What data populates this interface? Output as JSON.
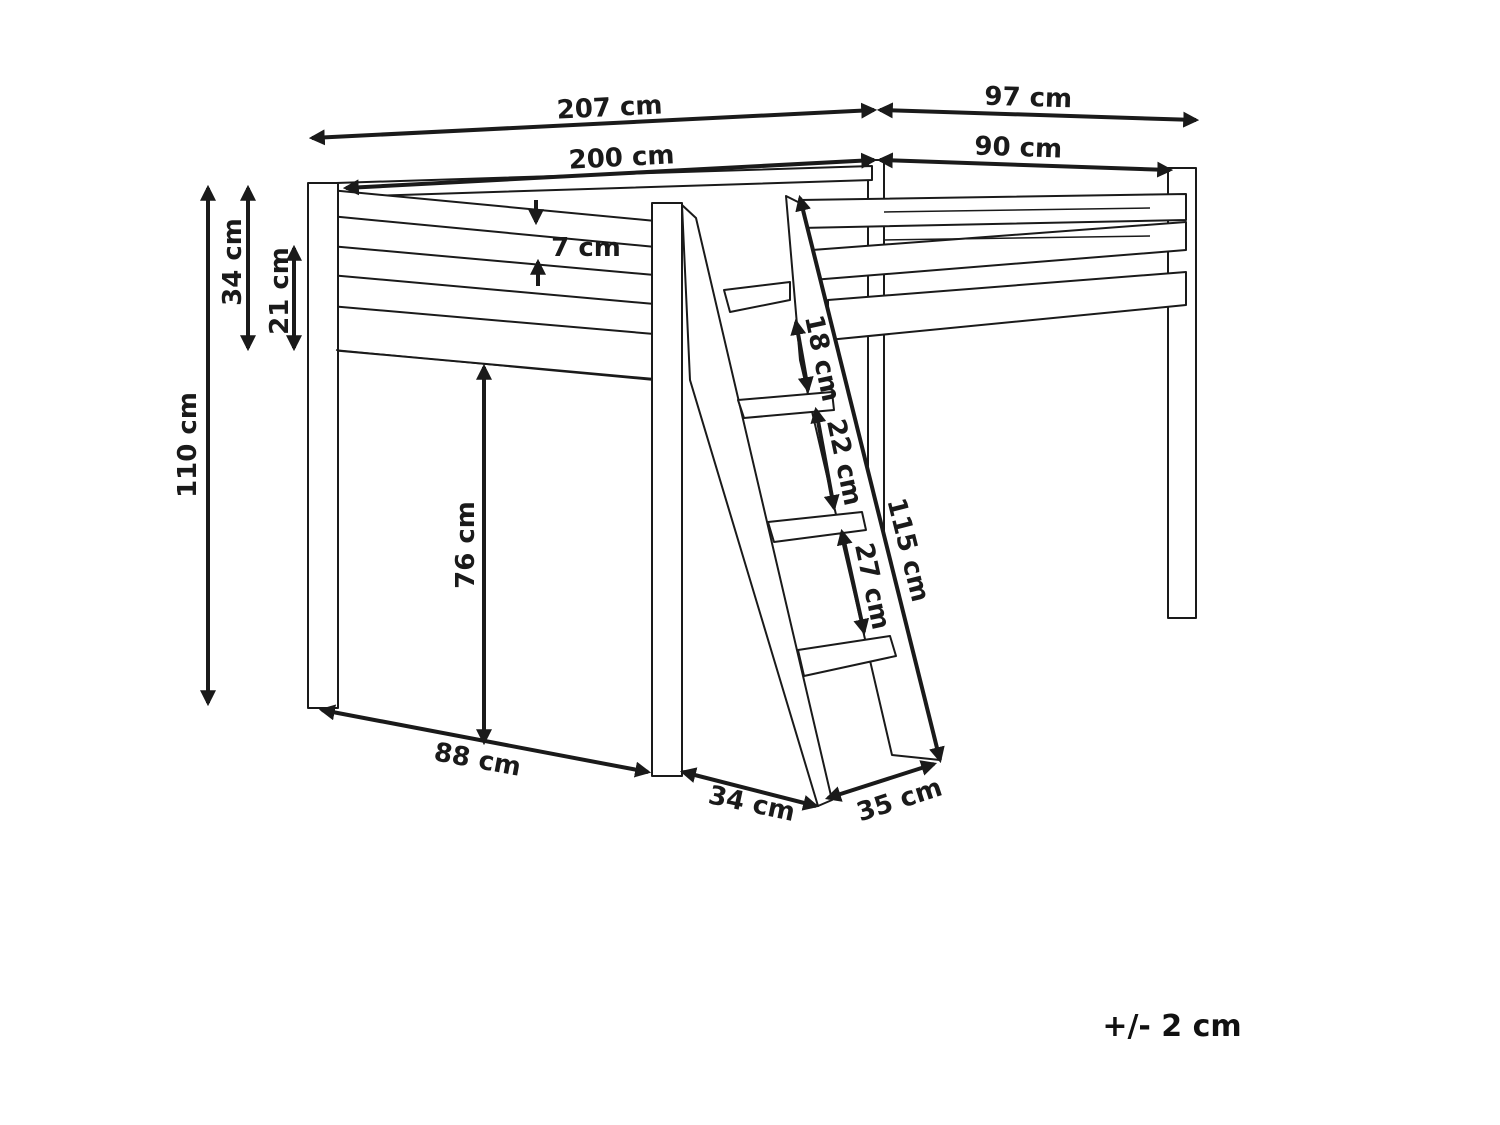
{
  "dimensions": {
    "overall_length": "207 cm",
    "overall_width": "97 cm",
    "mattress_length": "200 cm",
    "mattress_width": "90 cm",
    "rail_gap": "7 cm",
    "guard_height": "34 cm",
    "rail_height": "21 cm",
    "total_height": "110 cm",
    "under_clearance": "76 cm",
    "inner_width": "88 cm",
    "ladder_step_top": "18 cm",
    "ladder_step_mid": "22 cm",
    "ladder_step_low": "27 cm",
    "ladder_length": "115 cm",
    "ladder_base_depth": "34 cm",
    "ladder_foot_width": "35 cm"
  },
  "tolerance": "+/- 2 cm",
  "colors": {
    "line": "#1a1a1a",
    "background": "#ffffff"
  }
}
